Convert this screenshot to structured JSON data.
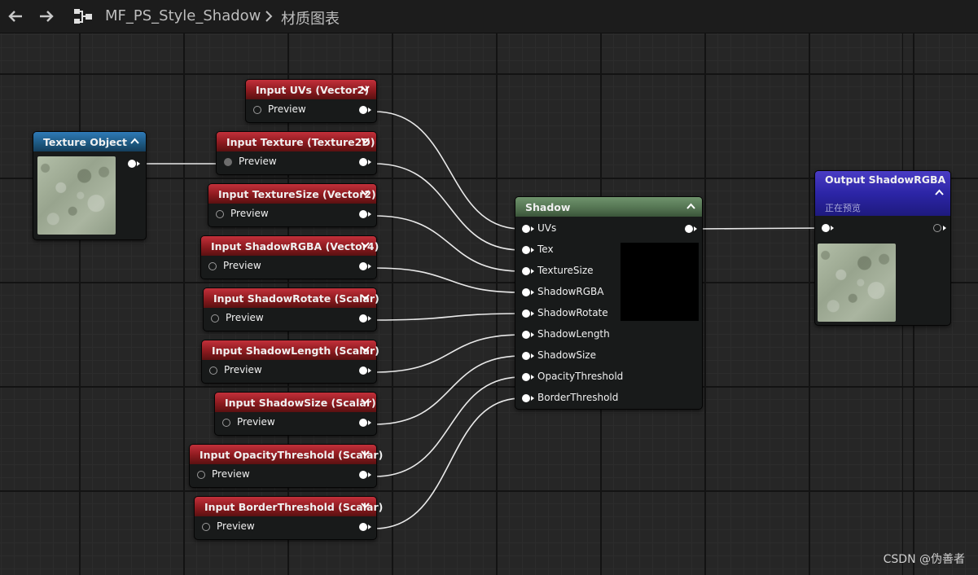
{
  "toolbar": {
    "asset_name": "MF_PS_Style_Shadow",
    "graph_name": "材质图表"
  },
  "nodes": {
    "texture_object": {
      "title": "Texture Object"
    },
    "inputs": [
      {
        "title": "Input UVs (Vector2)",
        "pin": "Preview"
      },
      {
        "title": "Input Texture (Texture2D)",
        "pin": "Preview"
      },
      {
        "title": "Input TextureSize (Vector2)",
        "pin": "Preview"
      },
      {
        "title": "Input ShadowRGBA (Vector4)",
        "pin": "Preview"
      },
      {
        "title": "Input ShadowRotate (Scalar)",
        "pin": "Preview"
      },
      {
        "title": "Input ShadowLength (Scalar)",
        "pin": "Preview"
      },
      {
        "title": "Input ShadowSize (Scalar)",
        "pin": "Preview"
      },
      {
        "title": "Input OpacityThreshold (Scalar)",
        "pin": "Preview"
      },
      {
        "title": "Input BorderThreshold (Scalar)",
        "pin": "Preview"
      }
    ],
    "shadow": {
      "title": "Shadow",
      "inputs": [
        "UVs",
        "Tex",
        "TextureSize",
        "ShadowRGBA",
        "ShadowRotate",
        "ShadowLength",
        "ShadowSize",
        "OpacityThreshold",
        "BorderThreshold"
      ]
    },
    "output": {
      "title": "Output ShadowRGBA",
      "subtitle": "正在预览"
    }
  },
  "colors": {
    "input_header": "#8c1a1f",
    "texture_header": "#1d5880",
    "function_header": "#557553",
    "output_header": "#2a2a9c"
  },
  "watermark": "CSDN @伪善者"
}
